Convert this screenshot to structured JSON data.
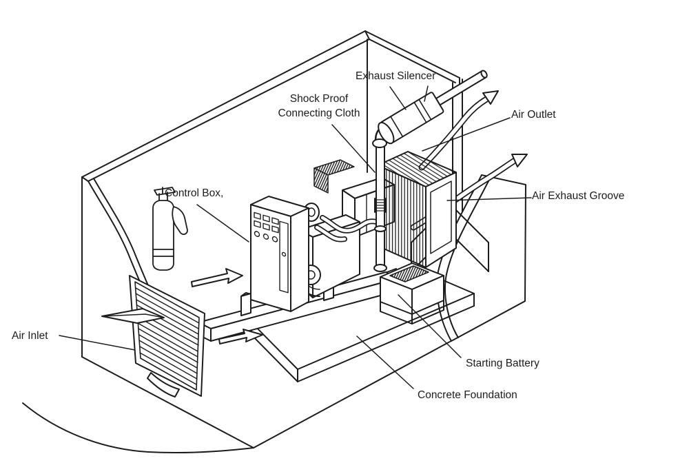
{
  "diagram": {
    "colors": {
      "line": "#1c1c1c",
      "background": "#ffffff"
    },
    "labels": {
      "exhaust_silencer": "Exhaust Silencer",
      "shock_proof_line1": "Shock Proof",
      "shock_proof_line2": "Connecting Cloth",
      "air_outlet": "Air Outlet",
      "air_exhaust_groove": "Air Exhaust Groove",
      "control_box": "Control Box,",
      "air_inlet": "Air Inlet",
      "starting_battery": "Starting Battery",
      "concrete_foundation": "Concrete Foundation"
    }
  }
}
